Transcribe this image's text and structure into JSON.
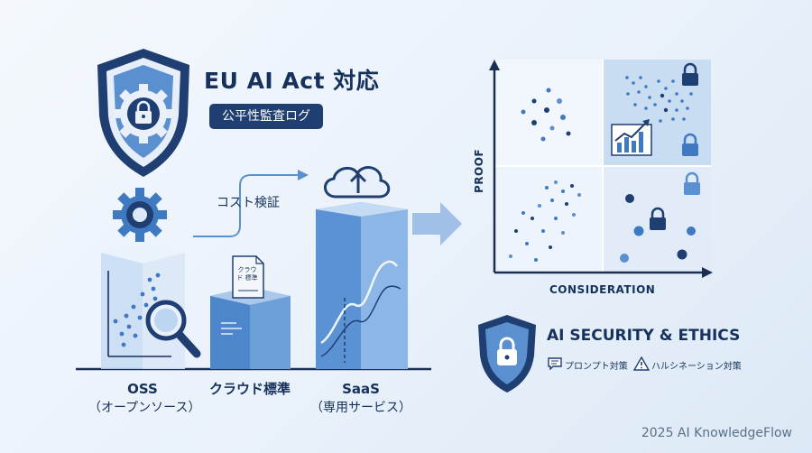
{
  "header": {
    "title": "EU AI Act 対応",
    "subtitle": "公平性監査ログ"
  },
  "pipeline": {
    "arrow_label": "コスト検証",
    "document_label": "クラウド 標準",
    "stages": [
      {
        "name": "OSS",
        "sub": "（オープンソース）"
      },
      {
        "name": "クラウド標準",
        "sub": ""
      },
      {
        "name": "SaaS",
        "sub": "（専用サービス）"
      }
    ]
  },
  "matrix": {
    "y_axis": "PROOF",
    "x_axis": "CONSIDERATION"
  },
  "security": {
    "title": "AI SECURITY & ETHICS",
    "items": [
      {
        "icon": "chat-icon",
        "label": "プロンプト対策"
      },
      {
        "icon": "warning-icon",
        "label": "ハルシネーション対策"
      }
    ]
  },
  "footer": {
    "text": "2025 AI KnowledgeFlow"
  },
  "colors": {
    "navy": "#15315c",
    "blue": "#3f79c2",
    "light": "#a9c8ea"
  }
}
